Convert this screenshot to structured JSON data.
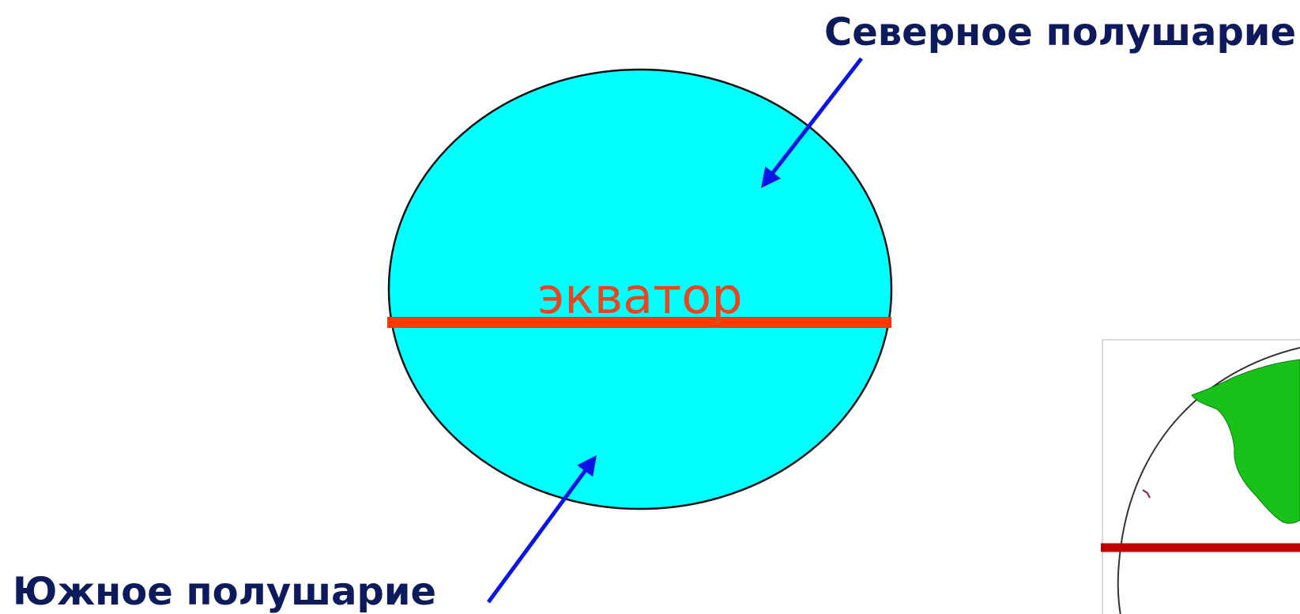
{
  "labels": {
    "northern": "Северное полушарие",
    "southern": "Южное полушарие",
    "equator": "экватор"
  },
  "colors": {
    "globe_fill": "#00ffff",
    "globe_stroke": "#111111",
    "equator_line": "#ff3a00",
    "equator_text": "#e8461e",
    "arrow": "#0a14e6",
    "label_text": "#0d1a5c",
    "land": "#19c219",
    "map_equator": "#c00000"
  }
}
